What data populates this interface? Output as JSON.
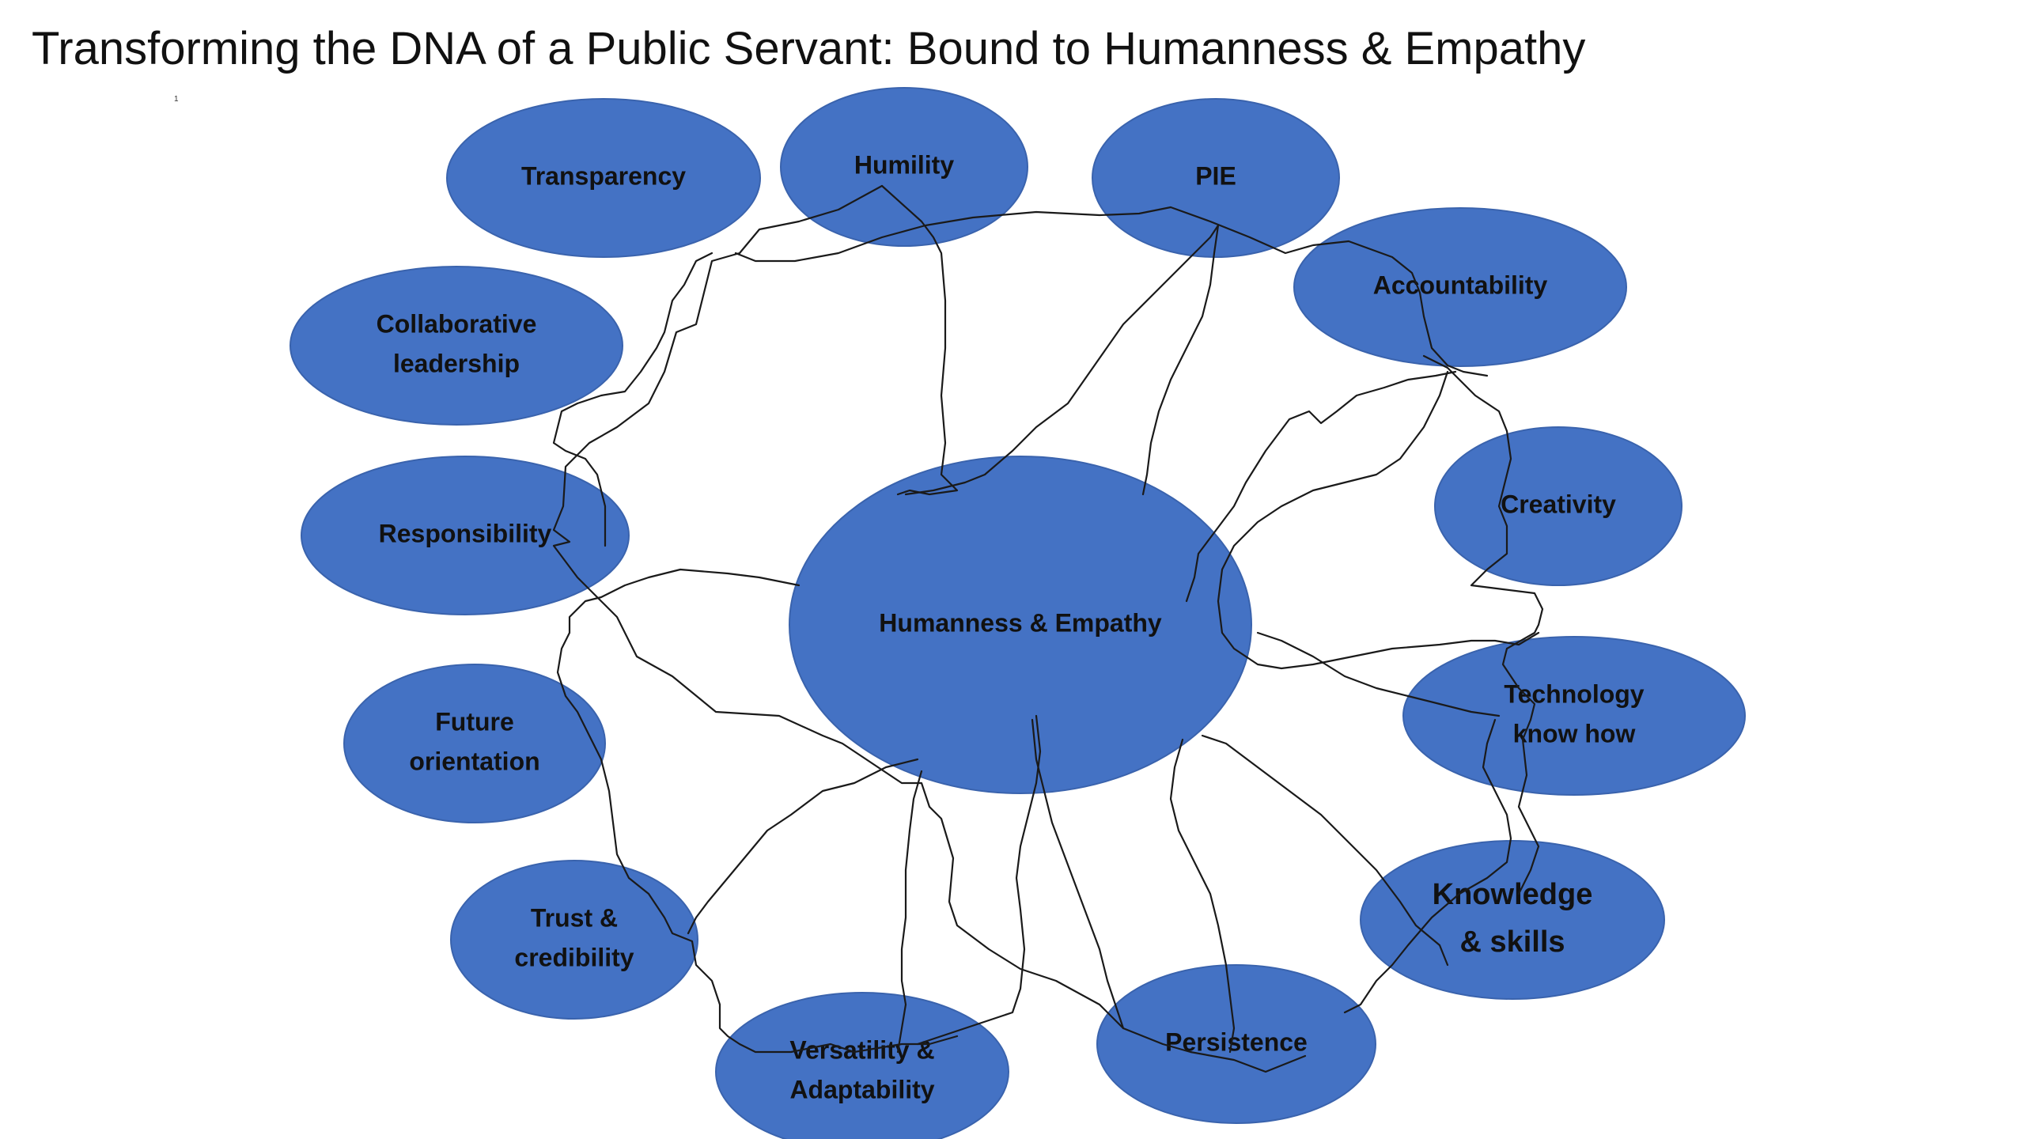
{
  "slide": {
    "title": "Transforming the DNA of a Public Servant: Bound to Humanness & Empathy",
    "footnote_mark": "1"
  },
  "colors": {
    "node_fill": "#4472C4",
    "node_stroke": "#3a63ad",
    "text": "#111111",
    "ink": "#1a1a1a"
  },
  "nodes": [
    {
      "id": "center",
      "lines": [
        "Humanness & Empathy"
      ]
    },
    {
      "id": "transparency",
      "lines": [
        "Transparency"
      ]
    },
    {
      "id": "humility",
      "lines": [
        "Humility"
      ]
    },
    {
      "id": "pie",
      "lines": [
        "PIE"
      ]
    },
    {
      "id": "accountability",
      "lines": [
        "Accountability"
      ]
    },
    {
      "id": "collaborative-leadership",
      "lines": [
        "Collaborative",
        "leadership"
      ]
    },
    {
      "id": "creativity",
      "lines": [
        "Creativity"
      ]
    },
    {
      "id": "responsibility",
      "lines": [
        "Responsibility"
      ]
    },
    {
      "id": "technology-know-how",
      "lines": [
        "Technology",
        "know how"
      ]
    },
    {
      "id": "future-orientation",
      "lines": [
        "Future",
        "orientation"
      ]
    },
    {
      "id": "knowledge-skills",
      "lines": [
        "Knowledge",
        "& skills"
      ]
    },
    {
      "id": "trust-credibility",
      "lines": [
        "Trust &",
        "credibility"
      ]
    },
    {
      "id": "persistence",
      "lines": [
        "Persistence"
      ]
    },
    {
      "id": "versatility-adaptability",
      "lines": [
        "Versatility &",
        "Adaptability"
      ]
    }
  ]
}
